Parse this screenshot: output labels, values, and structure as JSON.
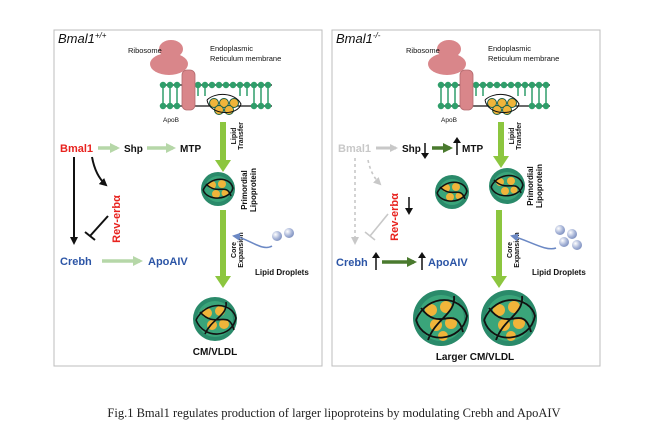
{
  "panels": {
    "left": {
      "title_main": "Bmal1",
      "title_sup": "+/+",
      "ribosome": "Ribosome",
      "membrane_line1": "Endoplasmic",
      "membrane_line2": "Reticulum membrane",
      "apob": "ApoB",
      "bmal1": "Bmal1",
      "shp": "Shp",
      "mtp": "MTP",
      "lipid_transfer_1": "Lipid",
      "lipid_transfer_2": "Transfer",
      "rev_erba": "Rev-erbα",
      "primordial_1": "Primordial",
      "primordial_2": "Lipoprotein",
      "crebh": "Crebh",
      "apoaiv": "ApoAIV",
      "core_1": "Core",
      "core_2": "Expansion",
      "lipid_droplets": "Lipid Droplets",
      "product": "CM/VLDL"
    },
    "right": {
      "title_main": "Bmal1",
      "title_sup": "-/-",
      "ribosome": "Ribosome",
      "membrane_line1": "Endoplasmic",
      "membrane_line2": "Reticulum membrane",
      "apob": "ApoB",
      "bmal1": "Bmal1",
      "shp": "Shp",
      "mtp": "MTP",
      "lipid_transfer_1": "Lipid",
      "lipid_transfer_2": "Transfer",
      "rev_erba": "Rev-erbα",
      "primordial_1": "Primordial",
      "primordial_2": "Lipoprotein",
      "crebh": "Crebh",
      "apoaiv": "ApoAIV",
      "core_1": "Core",
      "core_2": "Expansion",
      "lipid_droplets": "Lipid Droplets",
      "product": "Larger CM/VLDL"
    }
  },
  "caption": "Fig.1  Bmal1 regulates production of larger lipoproteins by modulating Crebh and ApoAIV",
  "colors": {
    "red": "#e8231f",
    "blue": "#2c55a6",
    "green_arrow": "#8cc63f",
    "dark_green": "#4a7a2e",
    "pale_green": "#b6d7a8",
    "grey": "#c8c8c8",
    "ribosome": "#d9868a",
    "membrane": "#2f9e6a",
    "lipoprotein_shell": "#2a8a6a",
    "core": "#f0b43a"
  }
}
